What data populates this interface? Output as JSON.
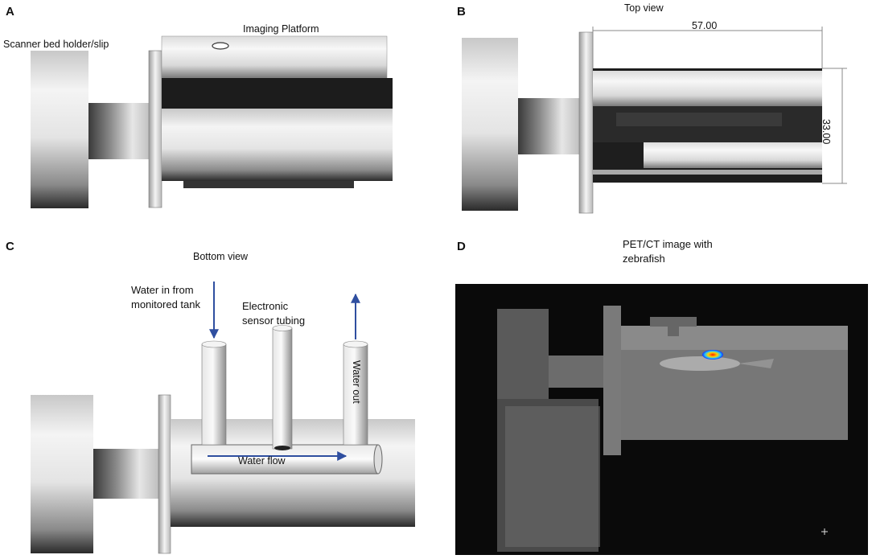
{
  "panels": {
    "A": {
      "letter": "A",
      "label_holder": "Scanner bed holder/slip",
      "label_platform": "Imaging Platform"
    },
    "B": {
      "letter": "B",
      "title": "Top view",
      "dim_width": "57.00",
      "dim_height": "33.00"
    },
    "C": {
      "letter": "C",
      "title": "Bottom view",
      "label_water_in": "Water in from\nmonitored tank",
      "label_sensor": "Electronic\nsensor tubing",
      "label_water_out": "Water out",
      "label_water_flow": "Water flow"
    },
    "D": {
      "letter": "D",
      "title": "PET/CT image with\nzebrafish"
    }
  },
  "colors": {
    "arrow": "#2f4fa0",
    "metal_light": "#f2f2f2",
    "metal_dark": "#1a1a1a",
    "scan_bg": "#0a0a0a"
  }
}
